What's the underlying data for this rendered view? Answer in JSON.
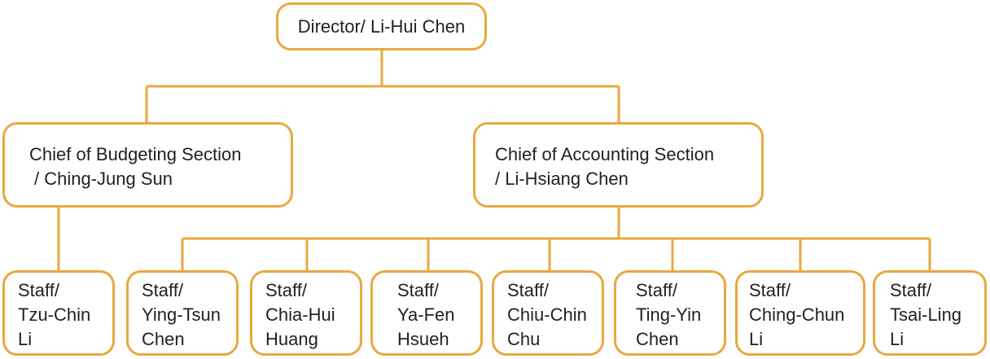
{
  "colors": {
    "line": "#e8a940",
    "text": "#231f20",
    "background": "#ffffff"
  },
  "director": {
    "label": "Director/ Li-Hui Chen"
  },
  "chiefs": [
    {
      "line1": "Chief of Budgeting Section",
      "line2": "/ Ching-Jung Sun"
    },
    {
      "line1": "Chief of Accounting Section",
      "line2": "/ Li-Hsiang Chen"
    }
  ],
  "staff": [
    {
      "lines": [
        "Staff/",
        "Tzu-Chin",
        "Li"
      ]
    },
    {
      "lines": [
        "Staff/",
        "Ying-Tsun",
        "Chen"
      ]
    },
    {
      "lines": [
        "Staff/",
        "Chia-Hui",
        "Huang"
      ]
    },
    {
      "lines": [
        "Staff/",
        "Ya-Fen",
        "Hsueh"
      ]
    },
    {
      "lines": [
        "Staff/",
        "Chiu-Chin",
        "Chu"
      ]
    },
    {
      "lines": [
        "Staff/",
        "Ting-Yin",
        "Chen"
      ]
    },
    {
      "lines": [
        "Staff/",
        "Ching-Chun",
        "Li"
      ]
    },
    {
      "lines": [
        "Staff/",
        "Tsai-Ling",
        "Li"
      ]
    }
  ]
}
